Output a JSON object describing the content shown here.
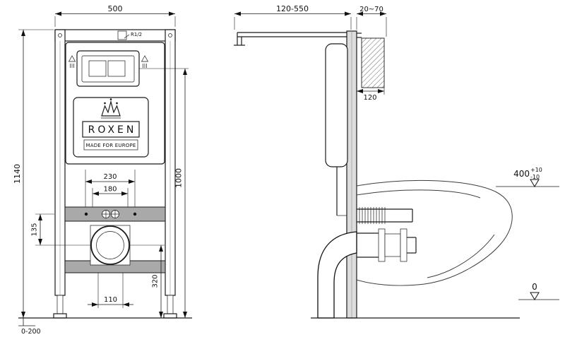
{
  "front_view": {
    "dim_width": "500",
    "dim_height": "1140",
    "label_inlet_thread": "R1/2",
    "dim_plate_width": "230",
    "dim_rod_spacing": "180",
    "dim_plate_height": "1000",
    "dim_bracket_offset": "135",
    "dim_outlet_height": "320",
    "dim_outlet_spacing": "110",
    "dim_feet_adjust": "0-200",
    "logo_text": "ROXEN",
    "logo_tagline": "MADE FOR EUROPE"
  },
  "side_view": {
    "dim_depth_range": "120-550",
    "dim_wall_gap": "20~70",
    "dim_cistern_depth": "120",
    "dim_bowl_height": "400",
    "dim_bowl_height_tol_plus": "+10",
    "dim_bowl_height_tol_minus": "-10",
    "dim_floor_level": "0"
  },
  "colors": {
    "line": "#1a1a1a",
    "bracket_gray": "#a9a9a9",
    "frame_profile_gray": "#dddddd",
    "background": "#ffffff"
  }
}
